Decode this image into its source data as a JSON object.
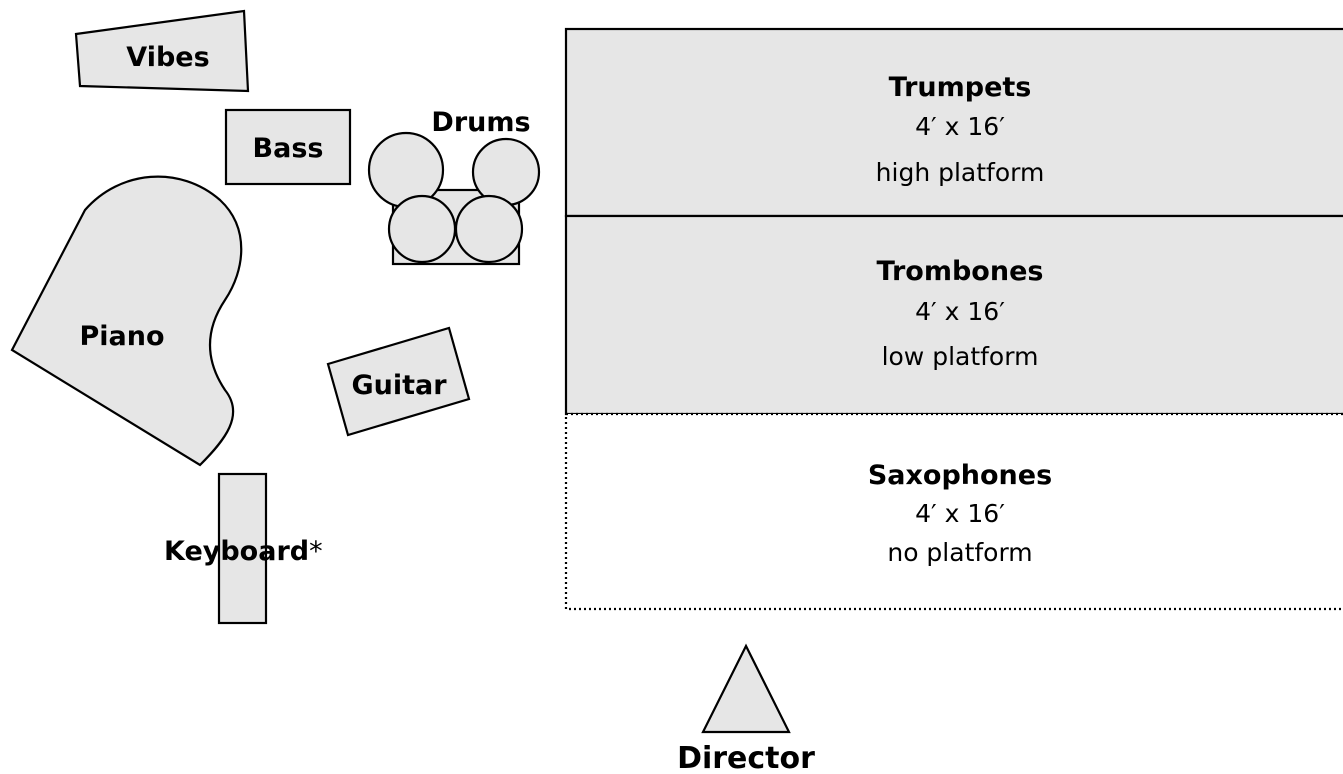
{
  "colors": {
    "shape_fill": "#e6e6e6",
    "stroke": "#000000",
    "background": "#ffffff"
  },
  "instruments": {
    "vibes": "Vibes",
    "bass": "Bass",
    "drums": "Drums",
    "piano": "Piano",
    "guitar": "Guitar",
    "keyboard": "Keyboard",
    "keyboard_mark": "*",
    "director": "Director"
  },
  "sections": {
    "trumpets": {
      "name": "Trumpets",
      "size": "4′ x 16′",
      "platform": "high platform"
    },
    "trombones": {
      "name": "Trombones",
      "size": "4′ x 16′",
      "platform": "low platform"
    },
    "saxophones": {
      "name": "Saxophones",
      "size": "4′ x 16′",
      "platform": "no platform"
    }
  }
}
